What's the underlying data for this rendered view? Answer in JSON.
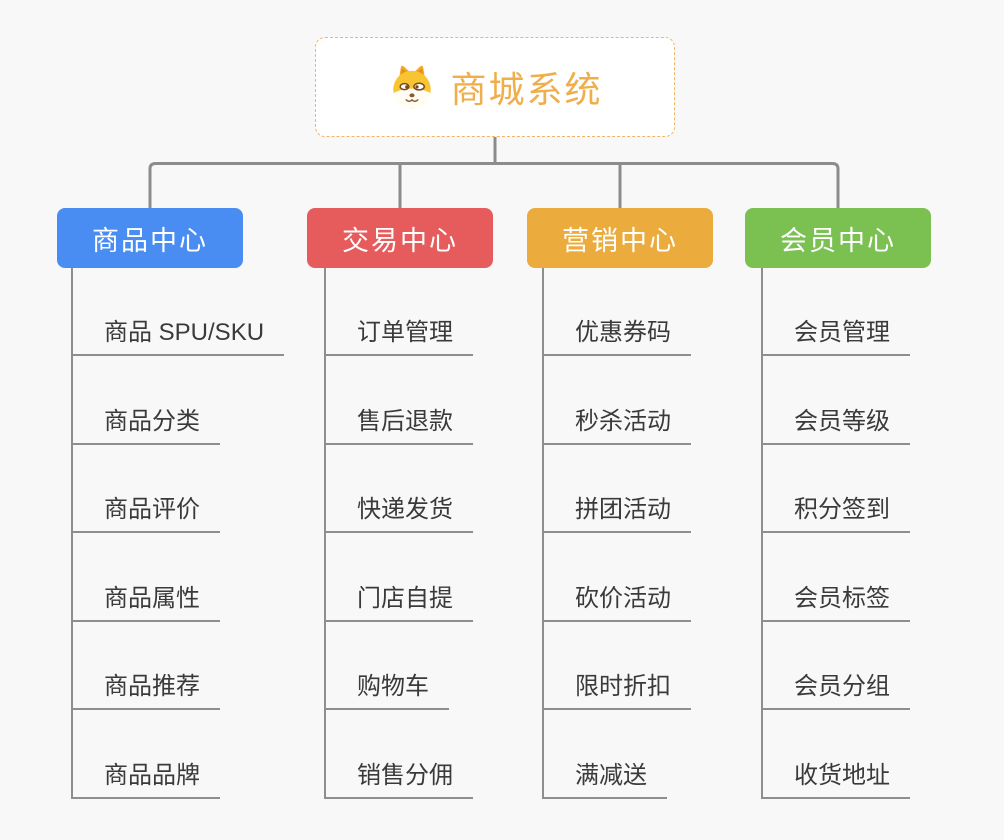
{
  "root": {
    "title": "商城系统",
    "icon": "dog-face-icon"
  },
  "branches": [
    {
      "label": "商品中心",
      "color": "#4a8df2",
      "children": [
        "商品 SPU/SKU",
        "商品分类",
        "商品评价",
        "商品属性",
        "商品推荐",
        "商品品牌"
      ]
    },
    {
      "label": "交易中心",
      "color": "#e65c5c",
      "children": [
        "订单管理",
        "售后退款",
        "快递发货",
        "门店自提",
        "购物车",
        "销售分佣"
      ]
    },
    {
      "label": "营销中心",
      "color": "#ebab3d",
      "children": [
        "优惠券码",
        "秒杀活动",
        "拼团活动",
        "砍价活动",
        "限时折扣",
        "满减送"
      ]
    },
    {
      "label": "会员中心",
      "color": "#7bc152",
      "children": [
        "会员管理",
        "会员等级",
        "积分签到",
        "会员标签",
        "会员分组",
        "收货地址"
      ]
    }
  ],
  "colors": {
    "background": "#f8f8f8",
    "root_text": "#f0ae4a",
    "root_border": "#f0b464",
    "tree_connector": "#8c8c8c",
    "child_connector": "#8e8e8e",
    "child_text": "#3a3a3a"
  }
}
